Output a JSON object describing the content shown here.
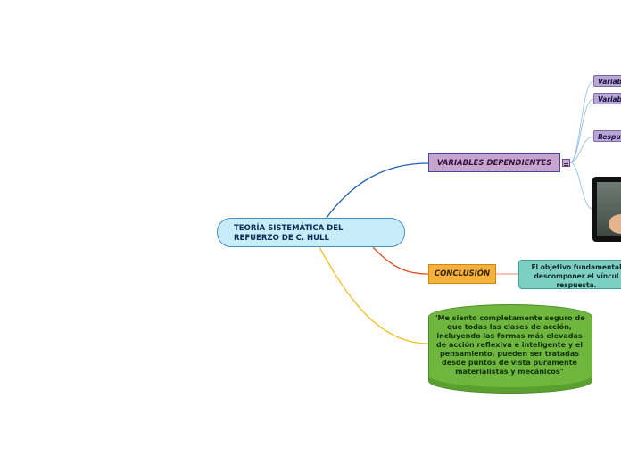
{
  "central": {
    "title_line1": "TEORÍA SISTEMÁTICA DEL",
    "title_line2": "REFUERZO DE C. HULL"
  },
  "variables": {
    "label": "VARIABLES DEPENDIENTES",
    "subitems": [
      "Variab",
      "Variab",
      "Respu"
    ]
  },
  "conclusion": {
    "label": "CONCLUSIÓN",
    "objective_line1": "El objetivo fundamental",
    "objective_line2": "descomponer el víncul",
    "objective_line3": "respuesta."
  },
  "quote": {
    "lines": [
      "\"Me siento completamente seguro de",
      "que todas las clases de acción,",
      "incluyendo las formas más elevadas",
      "de acción reflexiva e inteligente y el",
      "pensamiento, pueden ser tratadas",
      "desde puntos de vista puramente",
      "materialistas y mecánicos\""
    ]
  },
  "colors": {
    "branch_variables": "#1f5fb0",
    "branch_conclusion": "#e0552a",
    "branch_quote": "#f0c02a",
    "sub_links": "#8fb7e0",
    "objective_link": "#e98a7a"
  }
}
